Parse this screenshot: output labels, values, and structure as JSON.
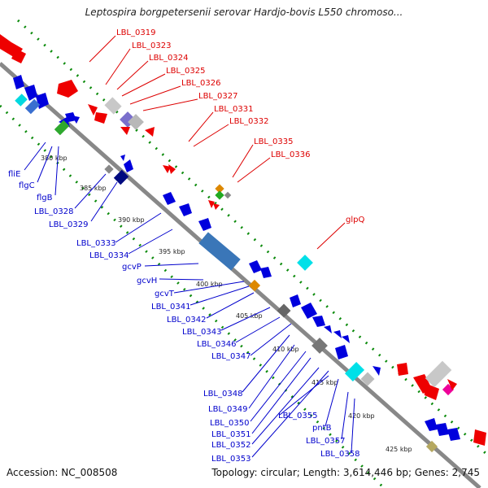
{
  "title": "Leptospira borgpetersenii serovar Hardjo-bovis L550 chromoso...",
  "footer": {
    "accession": "Accession: NC_008508",
    "summary": "Topology: circular; Length: 3,614,446 bp; Genes: 2,745"
  },
  "colors": {
    "forward_label": "#dd0000",
    "reverse_label": "#0000cc",
    "backbone": "#888888",
    "tick_dots": "#0a8a0a"
  },
  "forward_labels": [
    "LBL_0319",
    "LBL_0323",
    "LBL_0324",
    "LBL_0325",
    "LBL_0326",
    "LBL_0327",
    "LBL_0331",
    "LBL_0332",
    "LBL_0335",
    "LBL_0336",
    "glpQ"
  ],
  "reverse_labels": [
    "fliE",
    "flgC",
    "flgB",
    "LBL_0328",
    "LBL_0329",
    "LBL_0333",
    "LBL_0334",
    "gcvP",
    "gcvH",
    "gcvT",
    "LBL_0341",
    "LBL_0342",
    "LBL_0343",
    "LBL_0346",
    "LBL_0347",
    "LBL_0348",
    "LBL_0349",
    "LBL_0350",
    "LBL_0351",
    "LBL_0352",
    "LBL_0353",
    "LBL_0355",
    "pntB",
    "LBL_0357",
    "LBL_0358"
  ],
  "tick_labels": [
    "380 kbp",
    "385 kbp",
    "390 kbp",
    "395 kbp",
    "400 kbp",
    "405 kbp",
    "410 kbp",
    "415 kbp",
    "420 kbp",
    "425 kbp"
  ]
}
